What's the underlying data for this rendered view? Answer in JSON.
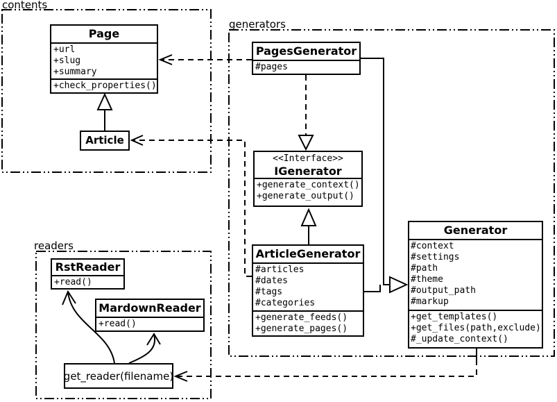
{
  "packages": {
    "contents": {
      "label": "contents"
    },
    "generators": {
      "label": "generators"
    },
    "readers": {
      "label": "readers"
    }
  },
  "classes": {
    "page": {
      "title": "Page",
      "attrs": [
        "+url",
        "+slug",
        "+summary"
      ],
      "methods": [
        "+check_properties()"
      ]
    },
    "article": {
      "title": "Article"
    },
    "pages_generator": {
      "title": "PagesGenerator",
      "attrs": [
        "#pages"
      ]
    },
    "igenerator": {
      "stereotype": "<<Interface>>",
      "title": "IGenerator",
      "methods": [
        "+generate_context()",
        "+generate_output()"
      ]
    },
    "article_generator": {
      "title": "ArticleGenerator",
      "attrs": [
        "#articles",
        "#dates",
        "#tags",
        "#categories"
      ],
      "methods": [
        "+generate_feeds()",
        "+generate_pages()"
      ]
    },
    "generator": {
      "title": "Generator",
      "attrs": [
        "#context",
        "#settings",
        "#path",
        "#theme",
        "#output_path",
        "#markup"
      ],
      "methods": [
        "+get_templates()",
        "+get_files(path,exclude)",
        "#_update_context()"
      ]
    },
    "rst_reader": {
      "title": "RstReader",
      "methods": [
        "+read()"
      ]
    },
    "mardown_reader": {
      "title": "MardownReader",
      "methods": [
        "+read()"
      ]
    },
    "get_reader": {
      "label": "get_reader(filename)"
    }
  },
  "colors": {
    "line": "#000000",
    "background": "#ffffff",
    "box_fill": "#ffffff"
  }
}
